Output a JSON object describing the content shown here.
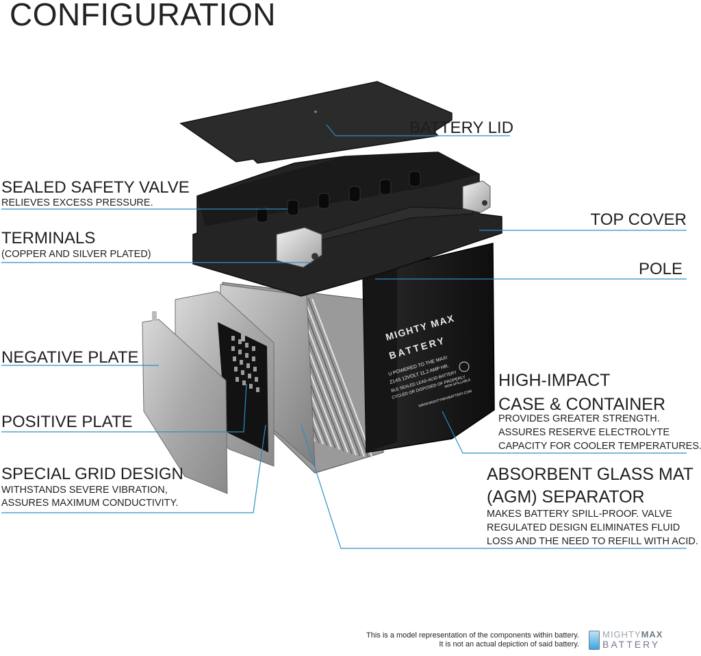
{
  "title": "CONFIGURATION",
  "labels": {
    "battery_lid": "BATTERY LID",
    "sealed_valve": "SEALED SAFETY VALVE",
    "sealed_valve_sub": "RELIEVES EXCESS PRESSURE.",
    "top_cover": "TOP COVER",
    "terminals": "TERMINALS",
    "terminals_sub": "(COPPER AND SILVER PLATED)",
    "pole": "POLE",
    "negative_plate": "NEGATIVE PLATE",
    "positive_plate": "POSITIVE PLATE",
    "high_impact_1": "HIGH-IMPACT",
    "high_impact_2": "CASE & CONTAINER",
    "high_impact_sub1": "PROVIDES GREATER STRENGTH.",
    "high_impact_sub2": "ASSURES RESERVE ELECTROLYTE",
    "high_impact_sub3": "CAPACITY FOR COOLER TEMPERATURES.",
    "grid_design": "SPECIAL GRID DESIGN",
    "grid_sub1": "WITHSTANDS SEVERE VIBRATION,",
    "grid_sub2": "ASSURES MAXIMUM CONDUCTIVITY.",
    "agm_1": "ABSORBENT GLASS MAT",
    "agm_2": "(AGM) SEPARATOR",
    "agm_sub1": "MAKES BATTERY SPILL-PROOF. VALVE",
    "agm_sub2": "REGULATED DESIGN ELIMINATES FLUID",
    "agm_sub3": "LOSS AND THE NEED TO REFILL WITH ACID."
  },
  "battery_label": {
    "brand1": "MIGHTY MAX",
    "brand2": "BATTERY",
    "line1": "U POWERED TO THE MAX!",
    "line2": "Z14S  12VOLT 11.2 AMP HR.",
    "line3": "BLE SEALED LEAD-ACID BATTERY",
    "line4": "CYCLED OR DISPOSED OF PROPERLY",
    "nonspill": "NON-SPILLABLE",
    "website": "WWW.MIGHTYMAXBATTERY.COM"
  },
  "disclaimer": {
    "line1": "This is a model representation of the components within battery.",
    "line2": "It is not an actual depiction of said battery."
  },
  "logo": {
    "word1": "MIGHTY",
    "word2": "MAX",
    "word3": "BATTERY"
  },
  "colors": {
    "leader": "#2a8fc0",
    "battery": "#1c1c1c",
    "plate": "#b8b8b8"
  }
}
